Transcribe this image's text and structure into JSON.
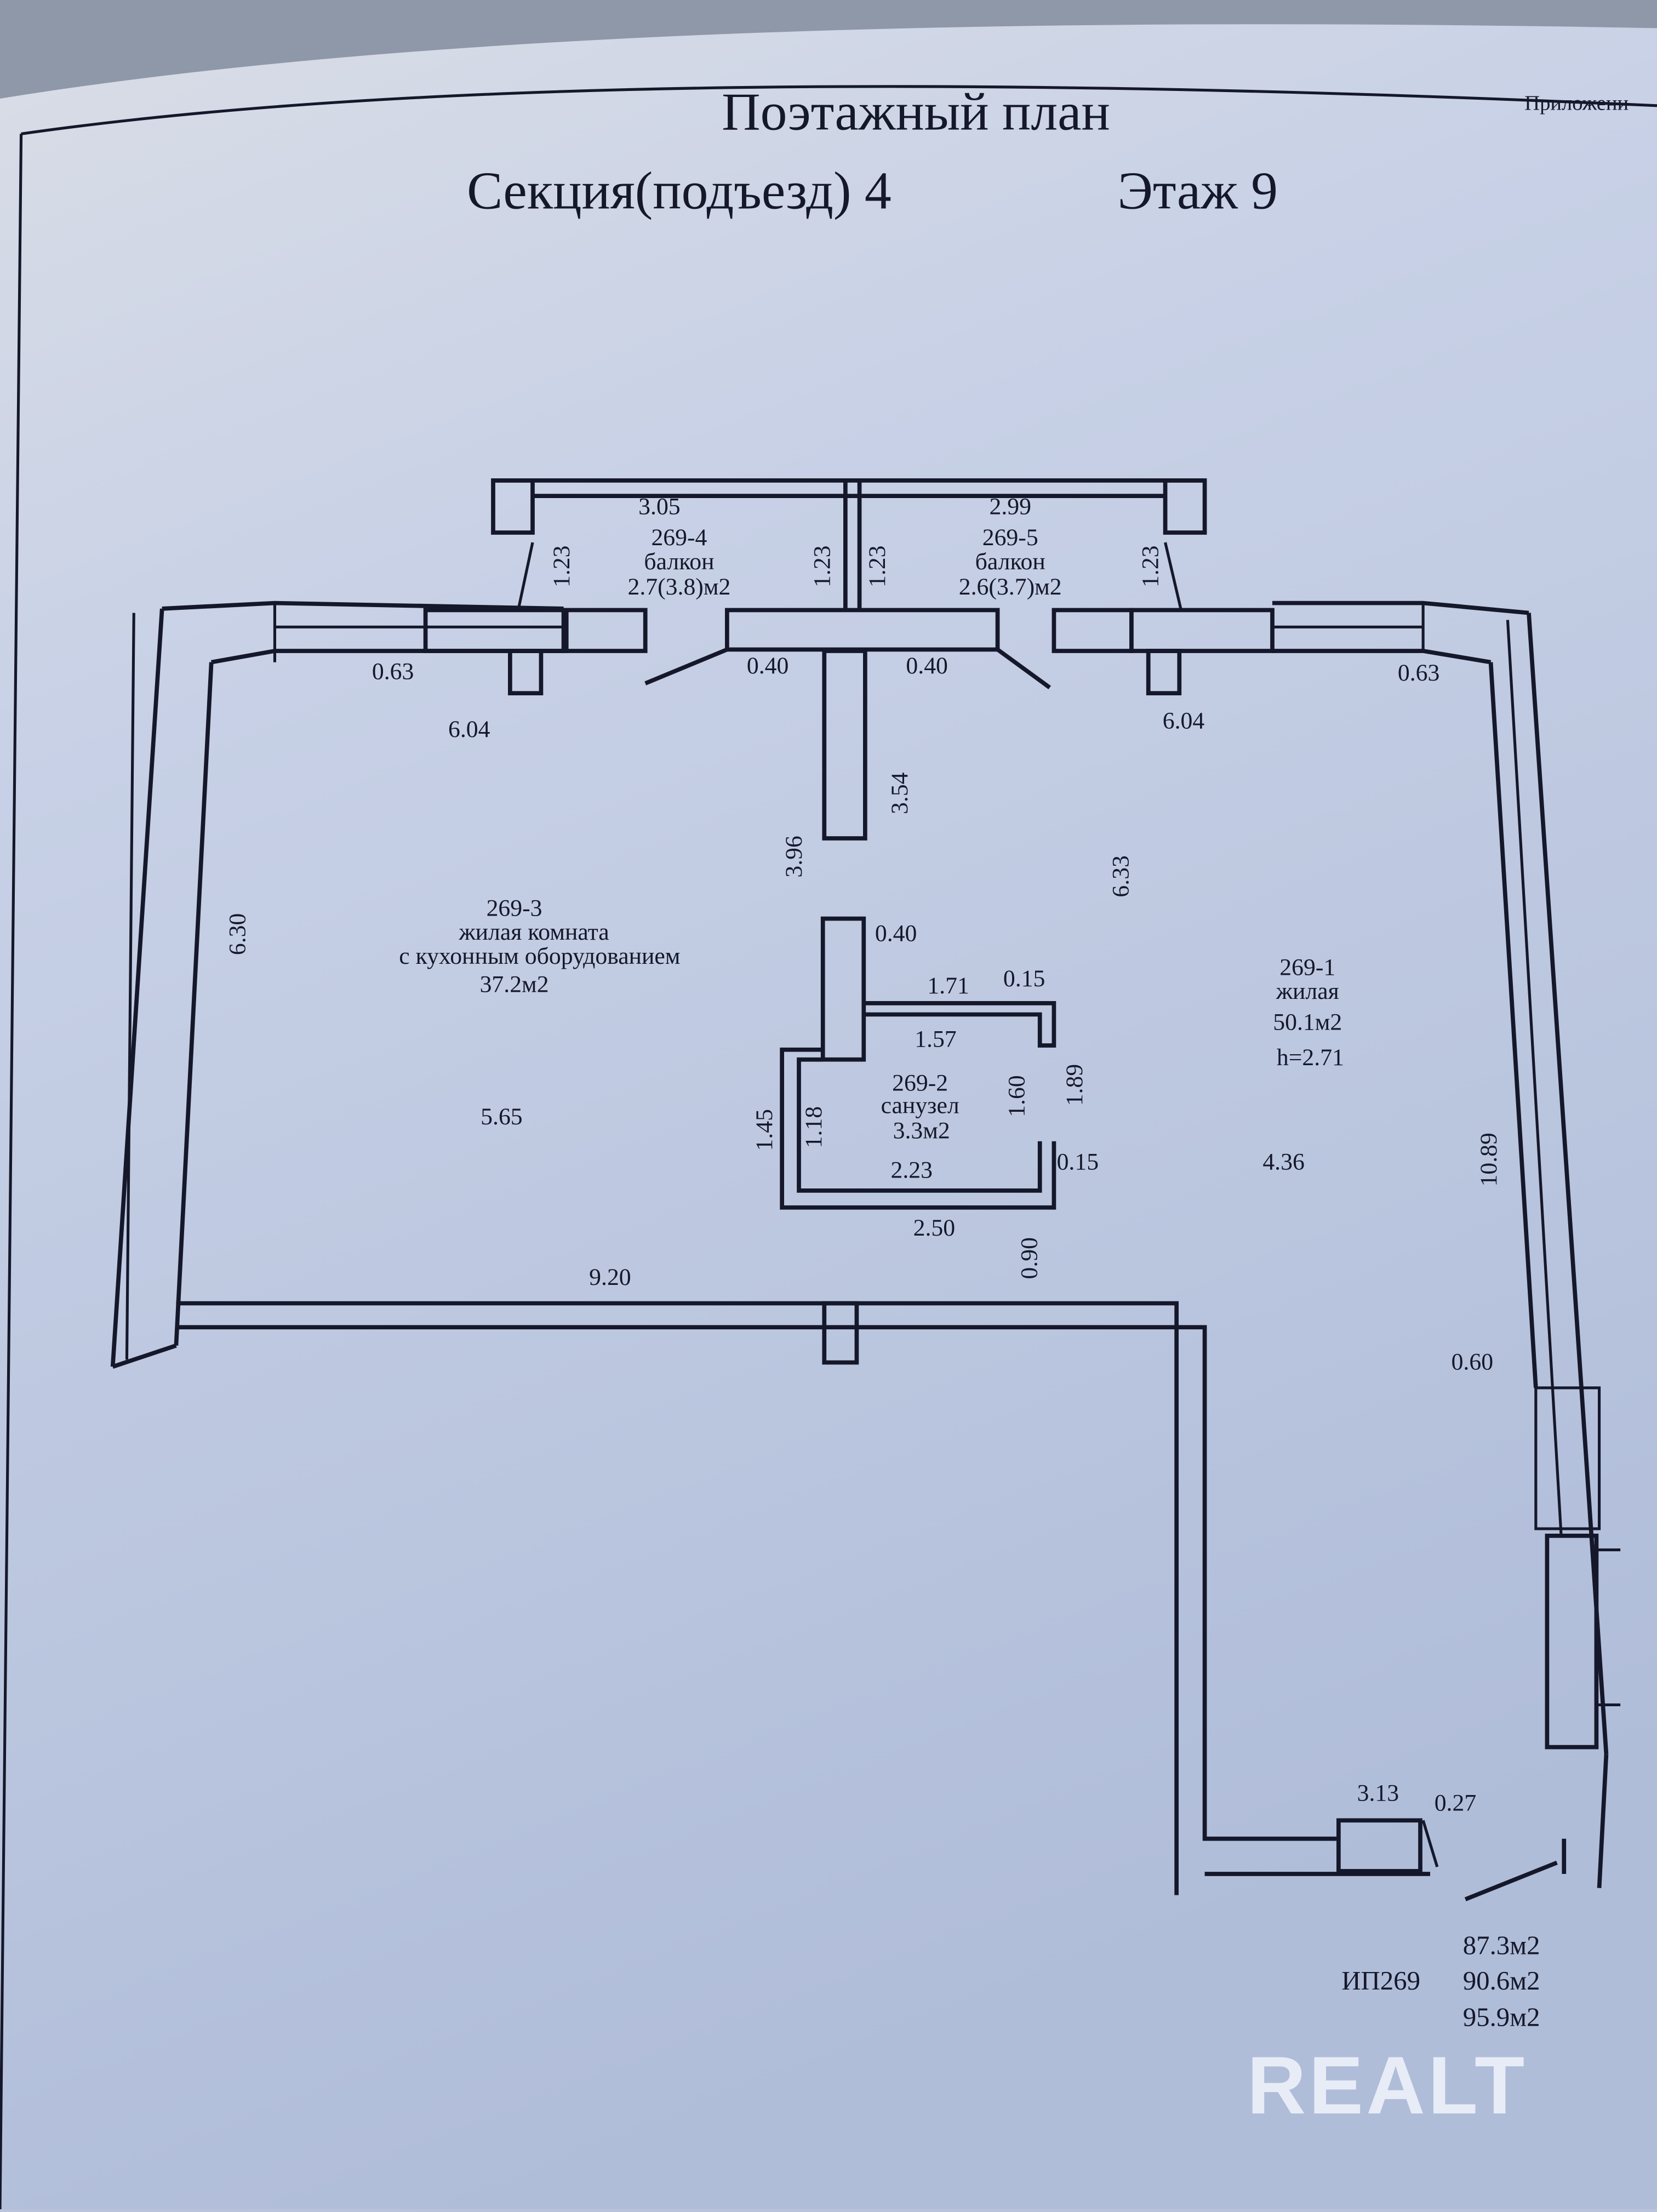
{
  "header": {
    "title": "Поэтажный план",
    "section": "Секция(подъезд) 4",
    "floor": "Этаж 9",
    "appendix": "Приложени"
  },
  "rooms": {
    "r4": {
      "id": "269-4",
      "name": "балкон",
      "area": "2.7(3.8)м2"
    },
    "r5": {
      "id": "269-5",
      "name": "балкон",
      "area": "2.6(3.7)м2"
    },
    "r3": {
      "id": "269-3",
      "name": "жилая комната",
      "name2": "с кухонным оборудованием",
      "area": "37.2м2"
    },
    "r1": {
      "id": "269-1",
      "name": "жилая",
      "area": "50.1м2",
      "height": "h=2.71"
    },
    "r2": {
      "id": "269-2",
      "name": "санузел",
      "area": "3.3м2"
    }
  },
  "dims": {
    "d305": "3.05",
    "d299": "2.99",
    "d123a": "1.23",
    "d123b": "1.23",
    "d123c": "1.23",
    "d123d": "1.23",
    "d063a": "0.63",
    "d063b": "0.63",
    "d040a": "0.40",
    "d040b": "0.40",
    "d040c": "0.40",
    "d604a": "6.04",
    "d604b": "6.04",
    "d354": "3.54",
    "d396": "3.96",
    "d633": "6.33",
    "d630": "6.30",
    "d171": "1.71",
    "d015a": "0.15",
    "d157": "1.57",
    "d189": "1.89",
    "d160": "1.60",
    "d145": "1.45",
    "d118": "1.18",
    "d223": "2.23",
    "d015b": "0.15",
    "d250": "2.50",
    "d090": "0.90",
    "d565": "5.65",
    "d436": "4.36",
    "d1089": "10.89",
    "d920": "9.20",
    "d060": "0.60",
    "d313": "3.13",
    "d027": "0.27"
  },
  "totals": {
    "code": "ИП269",
    "a1": "87.3м2",
    "a2": "90.6м2",
    "a3": "95.9м2"
  },
  "watermark": "REALT"
}
